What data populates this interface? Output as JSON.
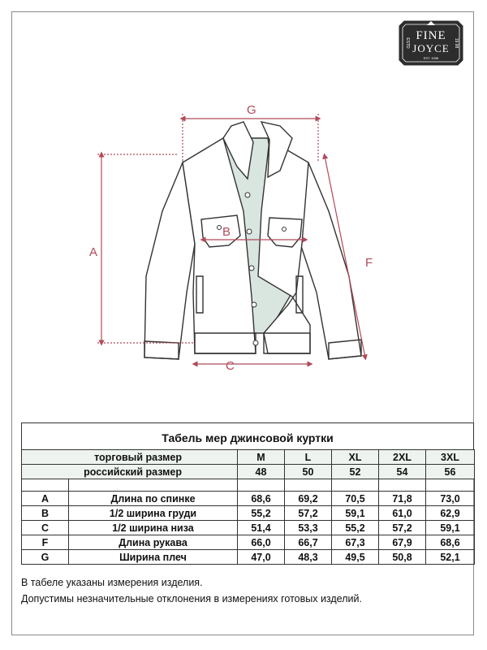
{
  "brand": {
    "name_line1": "FINE",
    "name_line2": "JOYCE",
    "left_side_text": "ESTD",
    "right_side_text": "19 98",
    "bottom_text": "EST. 1998"
  },
  "diagram": {
    "labels": {
      "A": "A",
      "B": "B",
      "C": "C",
      "F": "F",
      "G": "G"
    },
    "outline_color": "#333333",
    "dimension_color": "#b04a5a",
    "lining_color": "#d9e6e0"
  },
  "table": {
    "title": "Табель мер джинсовой куртки",
    "header_rows": [
      {
        "label": "торговый размер",
        "values": [
          "M",
          "L",
          "XL",
          "2XL",
          "3XL"
        ]
      },
      {
        "label": "российский размер",
        "values": [
          "48",
          "50",
          "52",
          "54",
          "56"
        ]
      }
    ],
    "rows": [
      {
        "code": "A",
        "label": "Длина по спинке",
        "values": [
          "68,6",
          "69,2",
          "70,5",
          "71,8",
          "73,0"
        ]
      },
      {
        "code": "B",
        "label": "1/2 ширина груди",
        "values": [
          "55,2",
          "57,2",
          "59,1",
          "61,0",
          "62,9"
        ]
      },
      {
        "code": "C",
        "label": "1/2 ширина низа",
        "values": [
          "51,4",
          "53,3",
          "55,2",
          "57,2",
          "59,1"
        ]
      },
      {
        "code": "F",
        "label": "Длина рукава",
        "values": [
          "66,0",
          "66,7",
          "67,3",
          "67,9",
          "68,6"
        ]
      },
      {
        "code": "G",
        "label": "Ширина плеч",
        "values": [
          "47,0",
          "48,3",
          "49,5",
          "50,8",
          "52,1"
        ]
      }
    ]
  },
  "notes": [
    "В табеле указаны измерения изделия.",
    "Допустимы незначительные отклонения в измерениях готовых изделий."
  ]
}
